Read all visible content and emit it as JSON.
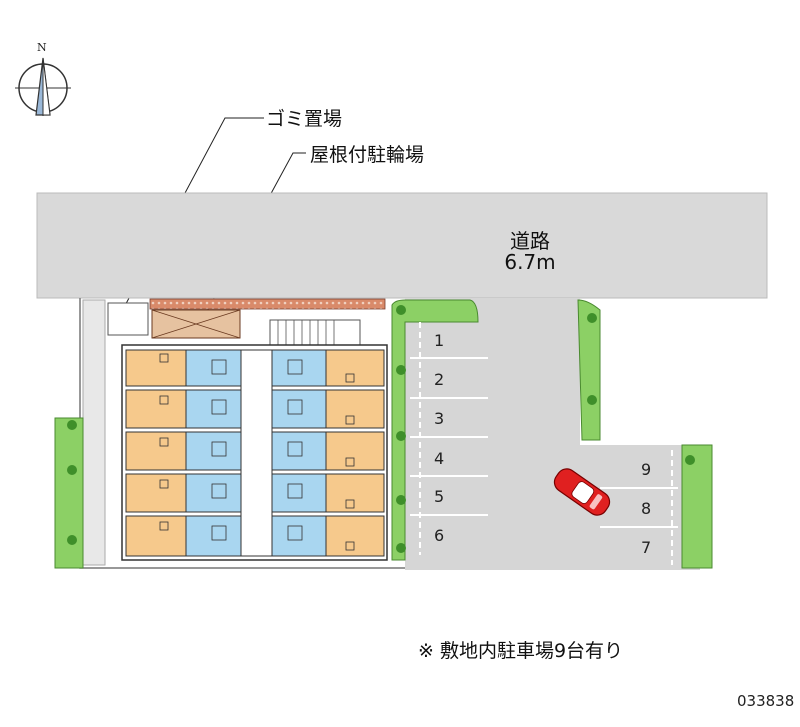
{
  "compass": {
    "north_label": "N",
    "icon": "compass-rose-icon"
  },
  "callouts": {
    "garbage": "ゴミ置場",
    "bicycle": "屋根付駐輪場"
  },
  "road": {
    "name": "道路",
    "width": "6.7m"
  },
  "parking": {
    "left_spaces": [
      "1",
      "2",
      "3",
      "4",
      "5",
      "6"
    ],
    "right_spaces": [
      "9",
      "8",
      "7"
    ]
  },
  "footer": {
    "note": "※ 敷地内駐車場9台有り",
    "image_id": "033838"
  },
  "colors": {
    "road": "#d9d9d9",
    "unit_orange": "#f6c98c",
    "unit_blue": "#a9d6f0",
    "greenery": "#8cd065",
    "hatch": "#b3a000",
    "car": "#e02020"
  }
}
